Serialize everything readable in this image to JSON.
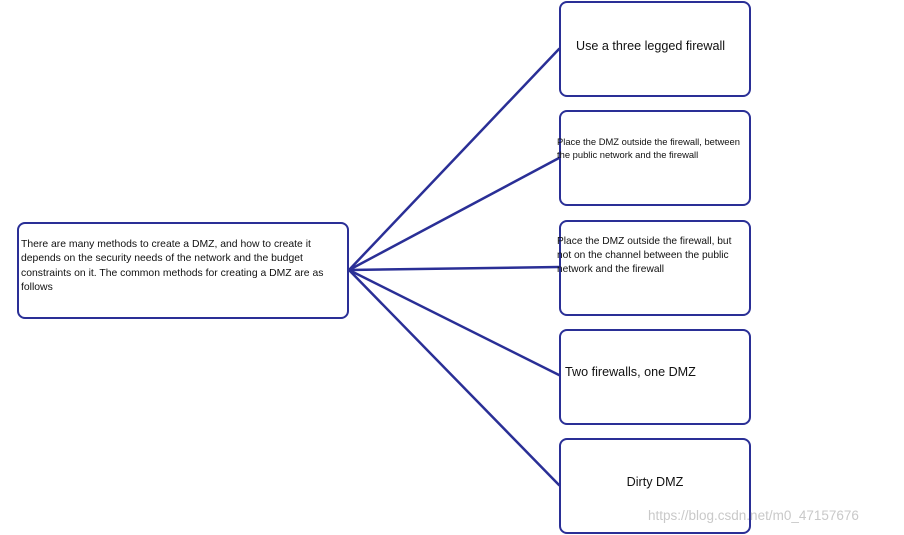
{
  "diagram": {
    "root": {
      "text": "There are many methods to create a DMZ, and how to create it depends on the security needs of the network and the budget constraints on it. The common methods for creating a DMZ are as follows"
    },
    "children": [
      {
        "text": "Use a three legged firewall"
      },
      {
        "text": "Place the DMZ outside the firewall, between the public network and the firewall"
      },
      {
        "text": "Place the DMZ outside the firewall, but not on the channel between the public network and the firewall"
      },
      {
        "text": "Two firewalls, one DMZ"
      },
      {
        "text": "Dirty DMZ"
      }
    ]
  },
  "watermark": "https://blog.csdn.net/m0_47157676",
  "colors": {
    "node_border": "#2a2f96",
    "connector": "#2a2f96",
    "background": "#ffffff",
    "watermark": "#c9c9c9"
  }
}
